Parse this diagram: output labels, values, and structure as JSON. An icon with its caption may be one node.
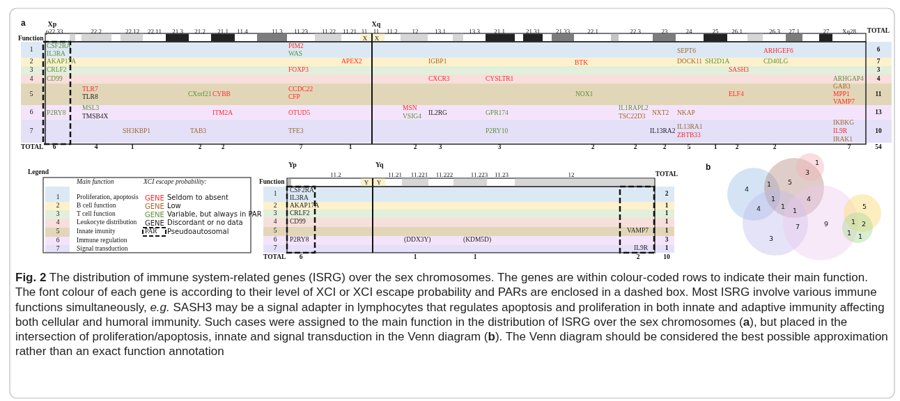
{
  "diagram": {
    "caption": "**Fig. 2** The distribution of immune system-related genes (ISRG) over the sex chromosomes. The genes are within colour-coded rows to indicate their main function. The font colour of each gene is according to their level of XCI or XCI escape probability and PARs are enclosed in a dashed box. Most ISRG involve various immune functions simultaneously, *e.g.* SASH3 may be a signal adapter in lymphocytes that regulates apoptosis and proliferation in both innate and adaptive immunity affecting both cellular and humoral immunity. Such cases were assigned to the main function in the distribution of ISRG over the sex chromosomes (**a**), but placed in the intersection of proliferation/apoptosis, innate and signal transduction in the Venn diagram (**b**). The Venn diagram should be considered the best possible approximation rather than an exact function annotation",
    "labels": [
      "a",
      "Xp",
      "Xq",
      "p22.33",
      "22.2",
      "22.12",
      "22.11",
      "21.3",
      "21.2",
      "21.1",
      "11.4",
      "11.3",
      "11.23",
      "11.22",
      "11.21",
      "11",
      "11",
      "11.2",
      "12",
      "13.1",
      "13.3",
      "21.1",
      "21.31",
      "21.33",
      "22.1",
      "22.3",
      "23",
      "24",
      "25",
      "26.1",
      "26.3",
      "27.1",
      "27",
      "Xq28",
      "TOTAL",
      "Function",
      "X",
      "X",
      "1",
      "CSF2RA",
      "IL3RA",
      "PIM2",
      "WAS",
      "SEPT6",
      "ARHGEF6",
      "6",
      "2",
      "AKAP17A",
      "APEX2",
      "IGBP1",
      "BTK",
      "DOCK11",
      "SH2D1A",
      "CD40LG",
      "7",
      "3",
      "CRLF2",
      "FOXP3",
      "SASH3",
      "3",
      "4",
      "CD99",
      "CXCR3",
      "CYSLTR1",
      "ARHGAP4",
      "4",
      "5",
      "TLR7",
      "TLR8",
      "CXorf21",
      "CYBB",
      "CCDC22",
      "CFP",
      "NOX1",
      "ELF4",
      "GAB3",
      "MPP1",
      "VAMP7",
      "11",
      "6",
      "P2RY8",
      "MSL3",
      "TMSB4X",
      "ITM2A",
      "OTUD5",
      "MSN",
      "VSIG4",
      "IL2RG",
      "GPR174",
      "IL1RAPL2",
      "TSC22D3",
      "NXT2",
      "NKAP",
      "13",
      "7",
      "SH3KBP1",
      "TAB3",
      "TFE3",
      "P2RY10",
      "IL13RA2",
      "IL13RA1",
      "ZBTB33",
      "IKBKG",
      "IL9R",
      "IRAK1",
      "10",
      "TOTAL",
      "6",
      "4",
      "1",
      "2",
      "2",
      "7",
      "1",
      "2",
      "3",
      "3",
      "2",
      "2",
      "2",
      "5",
      "1",
      "2",
      "2",
      "7",
      "54",
      "Legend",
      "Main function",
      "XCI escape probability:",
      "1",
      "GENE",
      "2",
      "GENE",
      "3",
      "GENE",
      "4",
      "GENE",
      "5",
      "PAR",
      "6",
      "7",
      "Yp",
      "Yq",
      "11.2",
      "11.21",
      "11.221",
      "11.222",
      "11.223",
      "11.23",
      "12",
      "TOTAL",
      "Function",
      "Y",
      "Y",
      "1",
      "CSF2RA",
      "IL3RA",
      "2",
      "2",
      "AKAP17A",
      "1",
      "3",
      "CRLF2",
      "1",
      "4",
      "CD99",
      "1",
      "5",
      "VAMP7",
      "1",
      "6",
      "P2RY8",
      "(DDX3Y)",
      "(KDM5D)",
      "3",
      "7",
      "IL9R",
      "1",
      "TOTAL",
      "6",
      "1",
      "1",
      "2",
      "10",
      "b",
      "1",
      "3",
      "4",
      "1",
      "5",
      "1",
      "4",
      "1",
      "5",
      "4",
      "1",
      "1",
      "9",
      "2",
      "7",
      "1",
      "1",
      "3"
    ],
    "legend": [
      {
        "text": "Proliferation, apoptosis",
        "color": "#dce9f5"
      },
      {
        "text": "B cell function",
        "color": "#fdf1cc"
      },
      {
        "text": "T cell function",
        "color": "#e2efda"
      },
      {
        "text": "Leukocyte distribution",
        "color": "#f7dfdc"
      },
      {
        "text": "Innate imunity",
        "color": "#e2d6b8"
      },
      {
        "text": "Immune regulation",
        "color": "#f4e4fb"
      },
      {
        "text": "Signal transduction",
        "color": "#e3e0f8"
      },
      {
        "text": "Seldom to absent",
        "color": "#ff2a2a"
      },
      {
        "text": "Low",
        "color": "#a0692a"
      },
      {
        "text": "Variable, but always in PAR",
        "color": "#5e8f3a"
      },
      {
        "text": "Discordant or no data",
        "color": "#222222"
      },
      {
        "text": "Pseudoautosomal"
      }
    ]
  }
}
